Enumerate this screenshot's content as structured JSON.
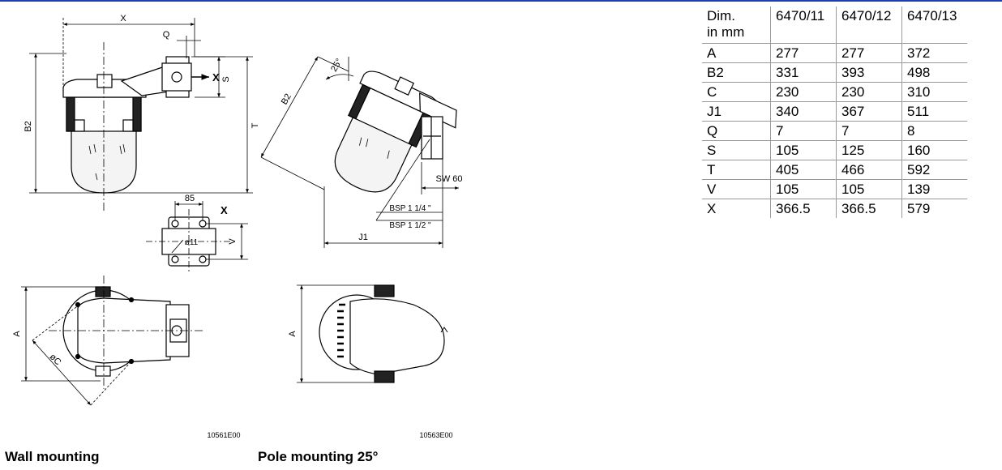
{
  "captions": {
    "wall": "Wall mounting",
    "pole": "Pole mounting 25°"
  },
  "drawing_codes": {
    "wall": "10561E00",
    "pole": "10563E00"
  },
  "labels": {
    "x": "X",
    "q": "Q",
    "s": "S",
    "t": "T",
    "b2": "B2",
    "x_arrow": "X",
    "x_detail": "X",
    "dim_85": "85",
    "dia_11": "ø11",
    "v": "V",
    "a": "A",
    "dia_c": "øC",
    "angle": "25°",
    "sw": "SW 60",
    "bsp1": "BSP  1 1/4 \"",
    "bsp2": "BSP  1 1/2 \"",
    "j1": "J1"
  },
  "table": {
    "header": {
      "dim": "Dim.",
      "unit": "in mm",
      "c1": "6470/11",
      "c2": "6470/12",
      "c3": "6470/13"
    },
    "rows": [
      [
        "A",
        "277",
        "277",
        "372"
      ],
      [
        "B2",
        "331",
        "393",
        "498"
      ],
      [
        "C",
        "230",
        "230",
        "310"
      ],
      [
        "J1",
        "340",
        "367",
        "511"
      ],
      [
        "Q",
        "7",
        "7",
        "8"
      ],
      [
        "S",
        "105",
        "125",
        "160"
      ],
      [
        "T",
        "405",
        "466",
        "592"
      ],
      [
        "V",
        "105",
        "105",
        "139"
      ],
      [
        "X",
        "366.5",
        "366.5",
        "579"
      ]
    ]
  },
  "colors": {
    "rule": "#1f3fae",
    "line": "#000000",
    "glass": "#f4f4f4"
  }
}
